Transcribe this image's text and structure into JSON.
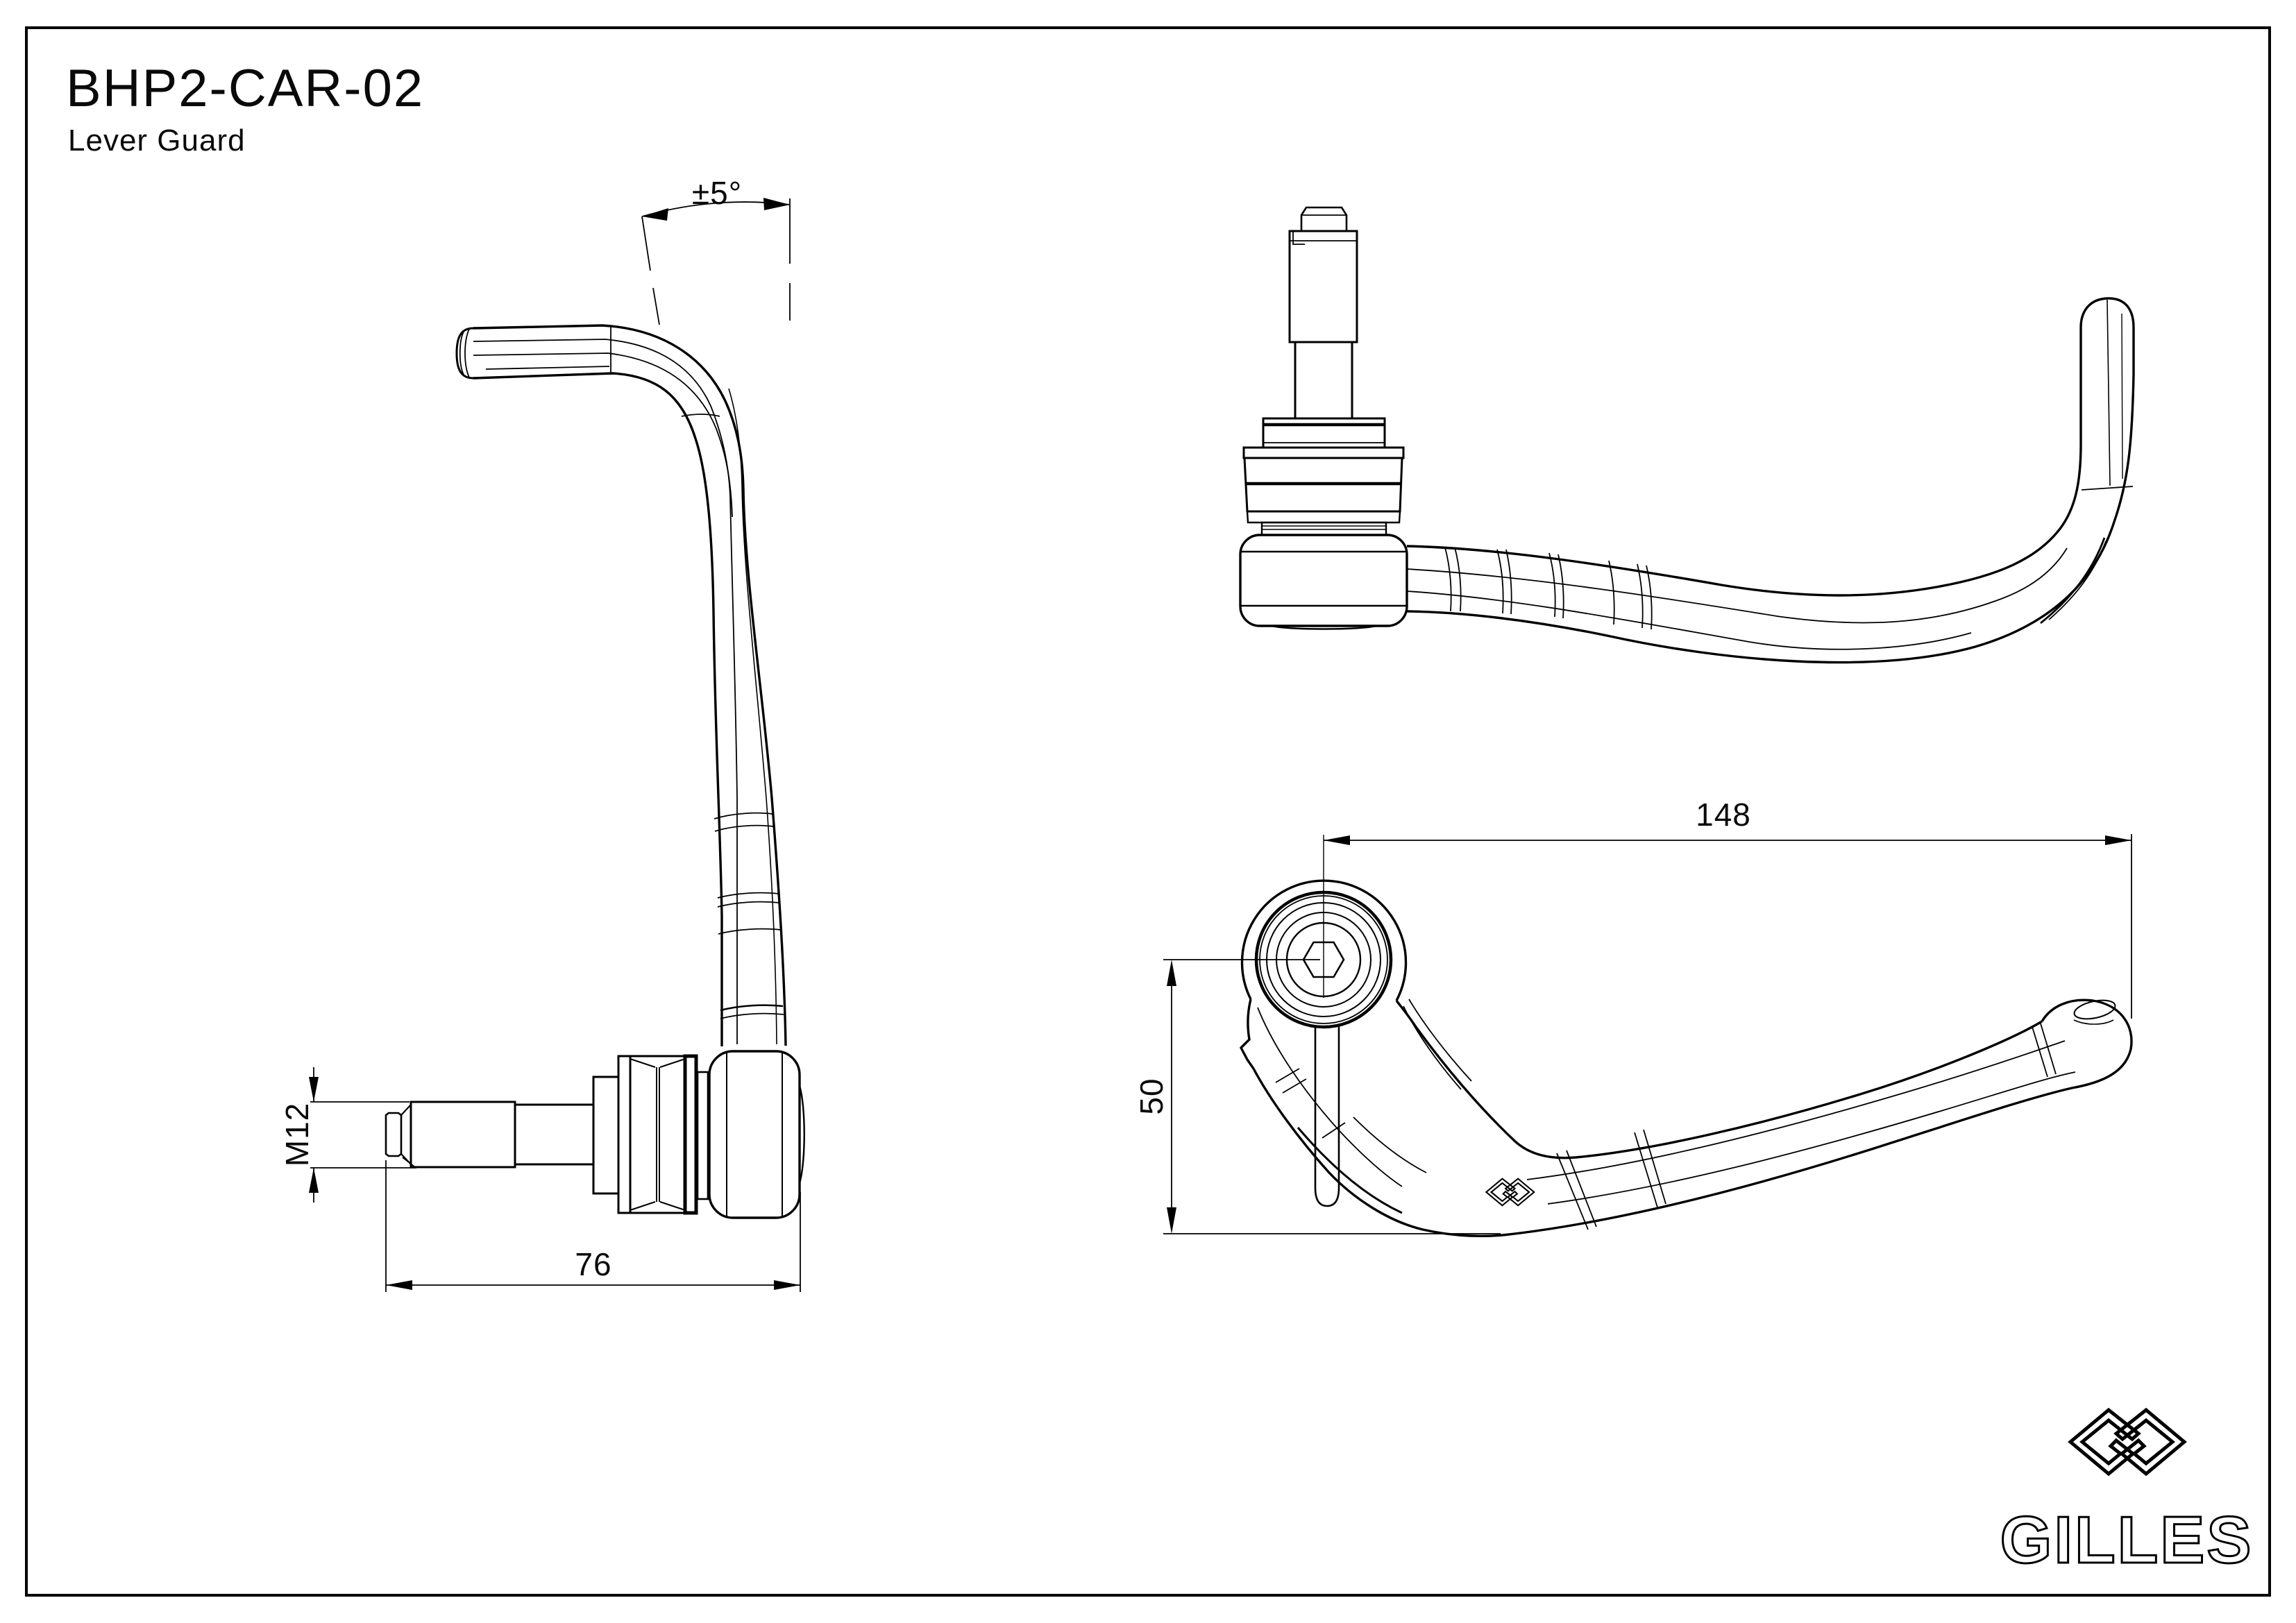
{
  "title": {
    "part_number": "BHP2-CAR-02",
    "part_name": "Lever Guard"
  },
  "dimensions": {
    "angle_tolerance": "±5°",
    "thread_size": "M12",
    "adapter_length": "76",
    "overall_length": "148",
    "height": "50"
  },
  "logo": {
    "wordmark": "GILLES"
  },
  "colors": {
    "line": "#000000",
    "background": "#ffffff"
  }
}
